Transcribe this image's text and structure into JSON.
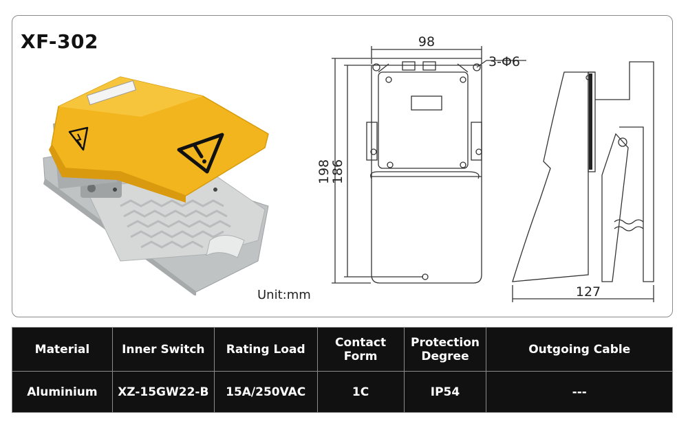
{
  "product": {
    "model": "XF-302",
    "unit_label": "Unit:mm"
  },
  "drawing": {
    "width_dim": "98",
    "hole_spec": "3-Φ6",
    "height_outer": "198",
    "height_inner": "186",
    "depth_dim": "127"
  },
  "specs": {
    "headers": [
      "Material",
      "Inner Switch",
      "Rating Load",
      "Contact\nForm",
      "Protection\nDegree",
      "Outgoing Cable"
    ],
    "values": [
      "Aluminium",
      "XZ-15GW22-B",
      "15A/250VAC",
      "1C",
      "IP54",
      "---"
    ]
  },
  "colors": {
    "pedal_yellow": "#f2b51e",
    "base_grey": "#c9cccd",
    "table_bg": "#111111",
    "line": "#333333"
  },
  "icons": [
    "warning-triangle-icon",
    "electric-hazard-icon"
  ]
}
